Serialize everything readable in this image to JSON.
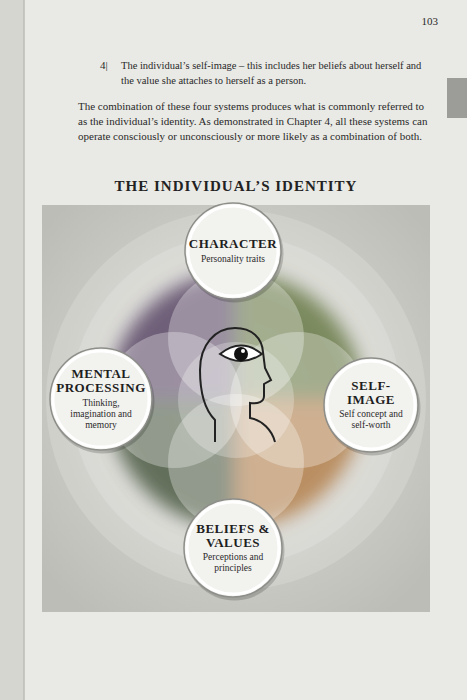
{
  "diagram": {
    "title": "THE INDIVIDUAL’S IDENTITY",
    "nodes": [
      {
        "text": [
          "CHARACTER",
          "Personality traits"
        ]
      },
      {
        "text": [
          "MENTAL PROCESSING",
          "Thinking, imagination and memory"
        ]
      },
      {
        "text": [
          "SELF-IMAGE",
          "Self concept and self-worth"
        ]
      },
      {
        "text": [
          "BELIEFS & VALUES",
          "Perceptions and principles"
        ]
      }
    ],
    "labels": [
      "103",
      "4|",
      "The individual’s self-image – this includes her beliefs about herself and the value she attaches to herself as a person.",
      "The combination of these four systems produces what is commonly referred to as the individual’s identity. As demonstrated in Chapter 4, all these systems can operate consciously or unconsciously or more likely as a combination of both."
    ]
  }
}
